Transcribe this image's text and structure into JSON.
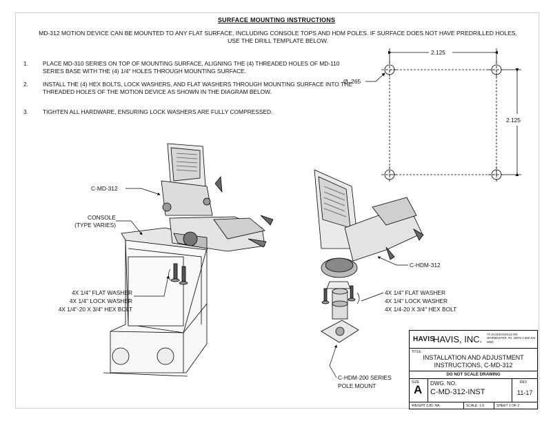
{
  "header": {
    "title": "SURFACE MOUNTING INSTRUCTIONS",
    "intro": "MD-312 MOTION DEVICE CAN BE MOUNTED TO ANY FLAT SURFACE, INCLUDING CONSOLE TOPS AND HDM POLES.  IF SURFACE DOES NOT HAVE PREDRILLED HOLES, USE THE DRILL TEMPLATE BELOW."
  },
  "steps": [
    {
      "num": "1.",
      "text": "PLACE MD-310 SERIES ON TOP OF MOUNTING SURFACE, ALIGNING THE (4) THREADED HOLES OF MD-110 SERIES BASE WITH THE (4) 1/4\" HOLES THROUGH MOUNTING SURFACE."
    },
    {
      "num": "2.",
      "text": "INSTALL THE (4) HEX BOLTS, LOCK WASHERS, AND FLAT WASHERS THROUGH MOUNTING SURFACE INTO THE THREADED HOLES OF THE MOTION DEVICE AS SHOWN IN THE DIAGRAM BELOW."
    },
    {
      "num": "3.",
      "text": "TIGHTEN ALL HARDWARE, ENSURING LOCK WASHERS ARE FULLY COMPRESSED."
    }
  ],
  "template": {
    "width_dim": "2.125",
    "height_dim": "2.125",
    "hole_dim": "Ø .265"
  },
  "callouts": {
    "device_left": "C-MD-312",
    "console": "CONSOLE",
    "console_sub": "(TYPE VARIES)",
    "left_hw": [
      "4X 1/4\" FLAT WASHER",
      "4X 1/4\" LOCK WASHER",
      "4X 1/4\"-20 X 3/4\" HEX BOLT"
    ],
    "device_right": "C-HDM-312",
    "right_hw": [
      "4X 1/4\" FLAT WASHER",
      "4X 1/4\" LOCK WASHER",
      "4X 1/4-20 X 3/4\" HEX BOLT"
    ],
    "pole_mount": "C-HDM-200 SERIES",
    "pole_mount_sub": "POLE MOUNT"
  },
  "title_block": {
    "logo": "HAVIS",
    "company": "HAVIS, INC.",
    "address": "75 JACKSONVILLE RD. WARMINSTER, PA. 18974 1-800-524-9900",
    "title_label": "TITLE:",
    "title": "INSTALLATION AND ADJUSTMENT INSTRUCTIONS, C-MD-312",
    "note": "DO NOT SCALE DRAWING",
    "size_label": "SIZE",
    "size": "A",
    "dwg_label": "DWG.  NO.",
    "dwg_no": "C-MD-312-INST",
    "rev_label": "REV",
    "rev": "11-17",
    "weight": "WEIGHT (LB): NA",
    "scale": "SCALE: 1:6",
    "sheet": "SHEET 1 OF 2"
  }
}
